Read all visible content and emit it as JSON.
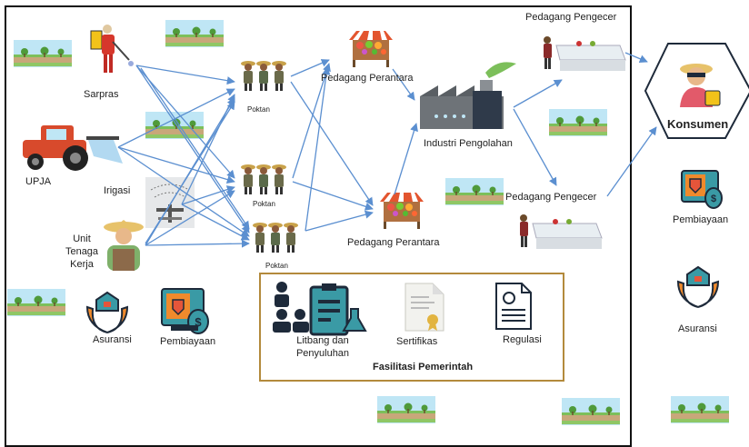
{
  "actors": {
    "sarpras": "Sarpras",
    "upja": "UPJA",
    "irigasi": "Irigasi",
    "tenaga_kerja": [
      "Unit",
      "Tenaga",
      "Kerja"
    ],
    "asuransi_left": "Asuransi",
    "pembiayaan_left": "Pembiayaan"
  },
  "poktan": [
    "Poktan",
    "Poktan",
    "Poktan"
  ],
  "chain": {
    "pedagang_perantara_top": "Pedagang Perantara",
    "pedagang_perantara_bottom": "Pedagang Perantara",
    "industri": "Industri Pengolahan",
    "pedagang_pengecer_top": "Pedagang Pengecer",
    "pedagang_pengecer_bottom": "Pedagang Pengecer",
    "konsumen": "Konsumen"
  },
  "right_column": {
    "pembiayaan": "Pembiayaan",
    "asuransi": "Asuransi"
  },
  "fasilitasi": {
    "litbang": [
      "Litbang dan",
      "Penyuluhan"
    ],
    "sertifikasi": "Sertifikas",
    "regulasi": "Regulasi",
    "title": "Fasilitasi Pemerintah"
  },
  "colors": {
    "arrow": "#5b8fd0",
    "box_border": "#b38a3c",
    "sky": "#bfe6f5",
    "field": "#c8a77a",
    "grass": "#7cbf5a",
    "tractor": "#d84a2c",
    "icon_teal": "#3a9aa5",
    "icon_orange": "#f08a2c",
    "icon_dark": "#1e2a3a"
  }
}
